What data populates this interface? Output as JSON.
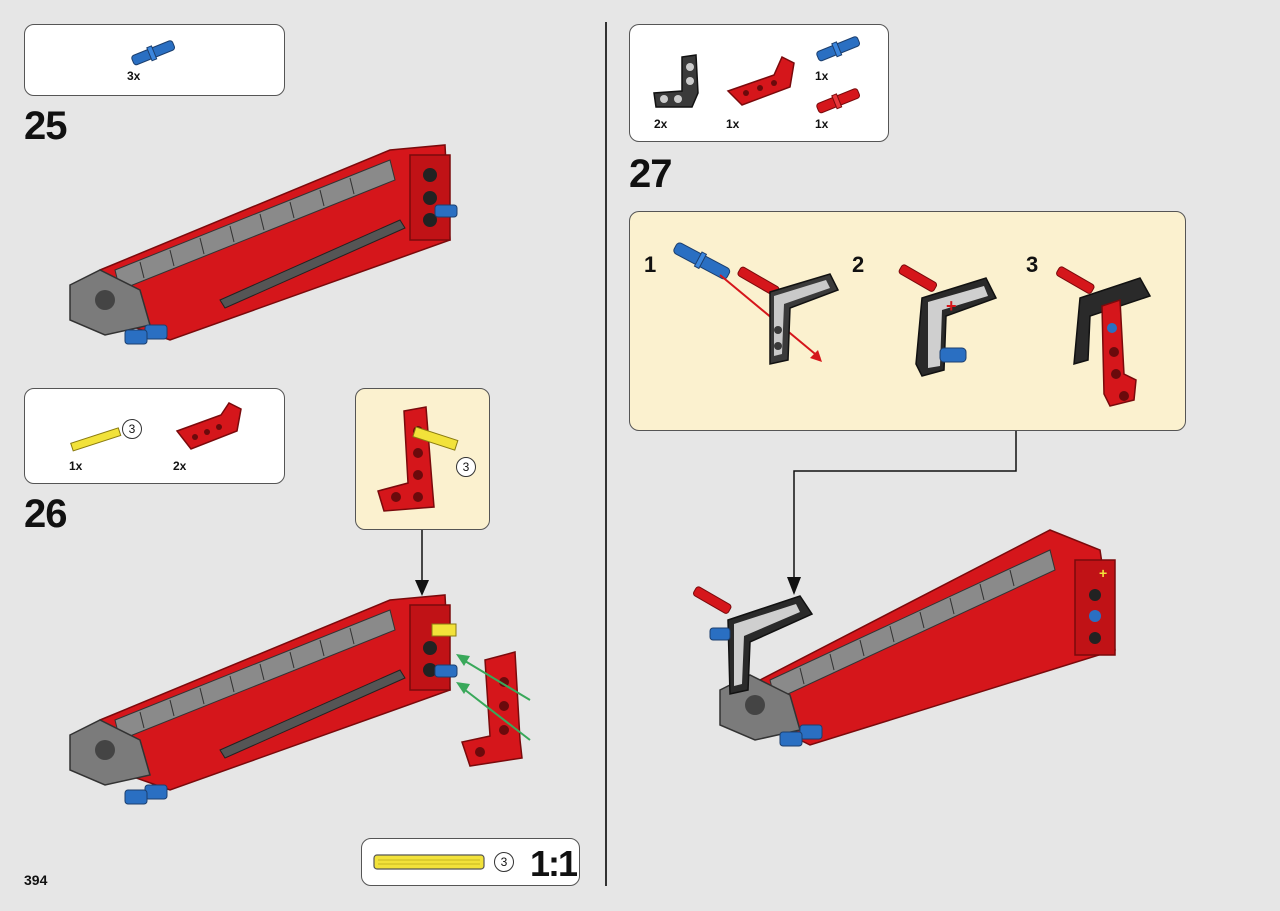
{
  "page": {
    "number": "394",
    "accent_red": "#d5161b",
    "technic_blue": "#2a6fc2",
    "axle_yellow": "#f2e23a",
    "callout_bg": "#fbf1cf"
  },
  "step25": {
    "number": "25",
    "parts": [
      {
        "icon": "blue-pin-icon",
        "qty": "3x"
      }
    ]
  },
  "step26": {
    "number": "26",
    "parts": [
      {
        "icon": "yellow-axle-icon",
        "qty": "1x",
        "length_label": "3"
      },
      {
        "icon": "red-l-beam-icon",
        "qty": "2x"
      }
    ],
    "callout_axle_label": "3"
  },
  "step27": {
    "number": "27",
    "parts": [
      {
        "icon": "black-l-beam-icon",
        "qty": "2x"
      },
      {
        "icon": "red-l-beam-icon",
        "qty": "1x"
      },
      {
        "icon": "blue-pin-icon",
        "qty": "1x"
      },
      {
        "icon": "red-pin-icon",
        "qty": "1x"
      }
    ],
    "substeps": [
      "1",
      "2",
      "3"
    ]
  },
  "scale_ref": {
    "length_label": "3",
    "scale": "1:1"
  }
}
